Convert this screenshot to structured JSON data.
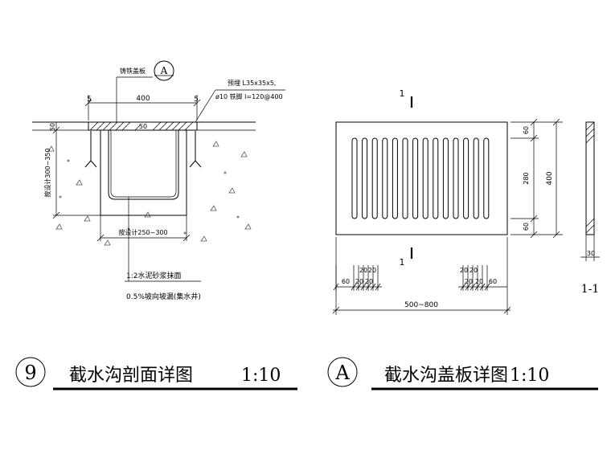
{
  "section": {
    "label_cast_iron_cover": "铸铁盖板",
    "callout_letter": "A",
    "label_steel": "预埋 L35x35x5,",
    "label_anchor": "ø10 铁脚 l=120@400",
    "dim_top_width": "400",
    "dim_left_5": "5",
    "dim_right_5": "5",
    "dim_50_left": "50",
    "dim_50_mid": "50",
    "dim_depth": "按设计300~350",
    "dim_bottom_width": "按设计250~300",
    "label_mortar": "1:2水泥砂浆抹面",
    "label_slope": "0.5%坡向坡漏(集水井)"
  },
  "cover": {
    "section_mark_top": "1",
    "section_mark_bottom": "1",
    "dim_60_top": "60",
    "dim_280": "280",
    "dim_60_bottom": "60",
    "dim_400": "400",
    "dim_30": "30",
    "bottom_dims_left": [
      "60",
      "20",
      "20",
      "20",
      "20"
    ],
    "bottom_dims_right": [
      "20",
      "20",
      "20",
      "20",
      "60"
    ],
    "dim_total_width": "500~800",
    "section_label": "1-1"
  },
  "titles": {
    "left_number": "9",
    "left_title": "截水沟剖面详图",
    "left_scale": "1:10",
    "right_letter": "A",
    "right_title": "截水沟盖板详图",
    "right_scale": "1:10"
  }
}
